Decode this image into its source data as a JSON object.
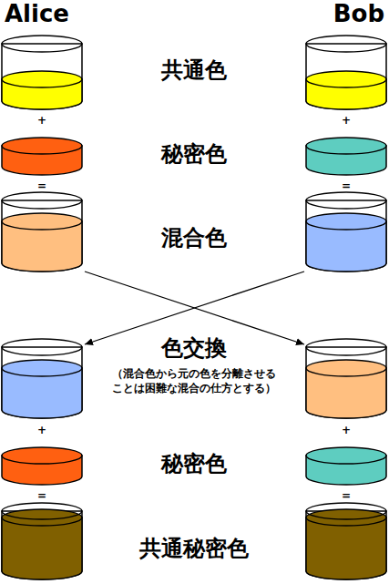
{
  "diagram": {
    "labels": [
      "Alice",
      "Bob",
      "共通色",
      "+",
      "+",
      "秘密色",
      "=",
      "=",
      "混合色",
      "色交換",
      "（混合色から元の色を分離させる ことは困難な混合の仕方とする）",
      "+",
      "+",
      "秘密色",
      "=",
      "=",
      "共通秘密色"
    ]
  }
}
